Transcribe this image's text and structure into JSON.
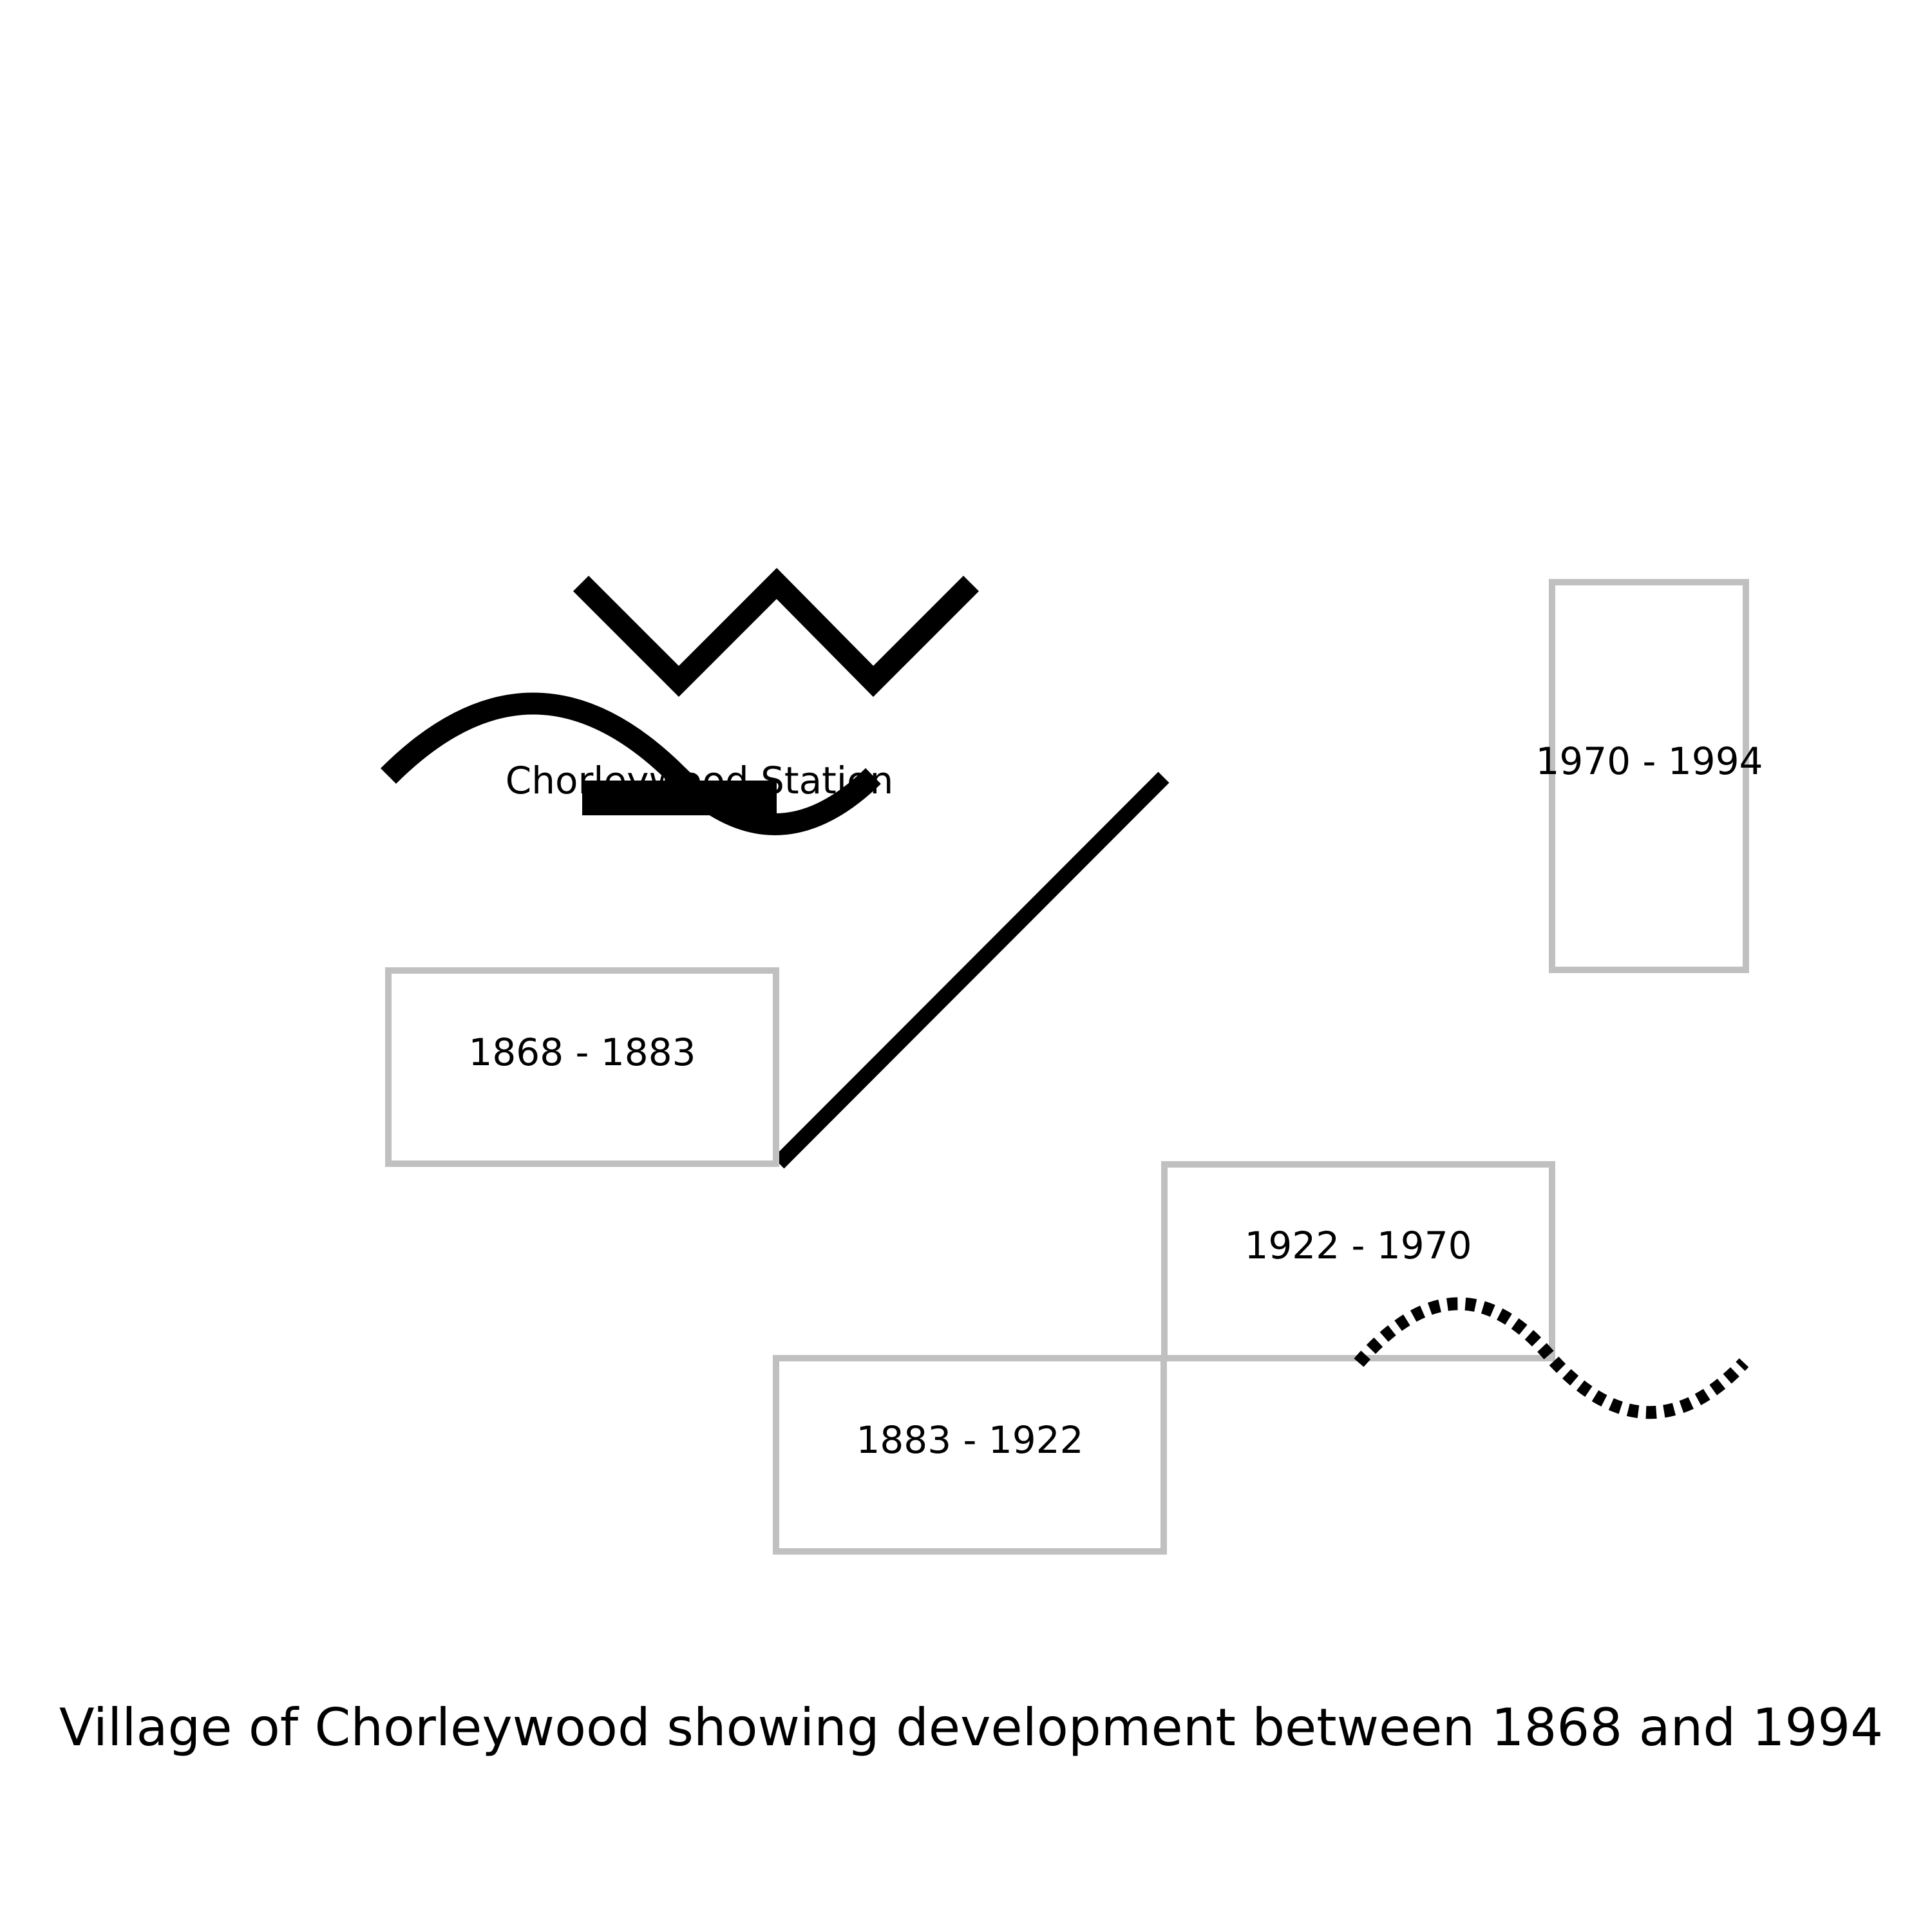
{
  "caption": "Village of Chorleywood showing development between 1868 and 1994",
  "station": {
    "label": "Chorleywood Station"
  },
  "periods": [
    {
      "label": "1868 - 1883"
    },
    {
      "label": "1883 - 1922"
    },
    {
      "label": "1922 - 1970"
    },
    {
      "label": "1970 - 1994"
    }
  ],
  "colors": {
    "box_outline": "#c0c0c0",
    "feature_stroke": "#000000",
    "text": "#000000",
    "background": "#ffffff"
  },
  "icons": {
    "zigzag": "zigzag-line-icon",
    "wave": "wave-line-icon",
    "dashed_wave": "dotted-wave-line-icon",
    "station": "station-bar-icon",
    "straight": "diagonal-line-icon"
  }
}
